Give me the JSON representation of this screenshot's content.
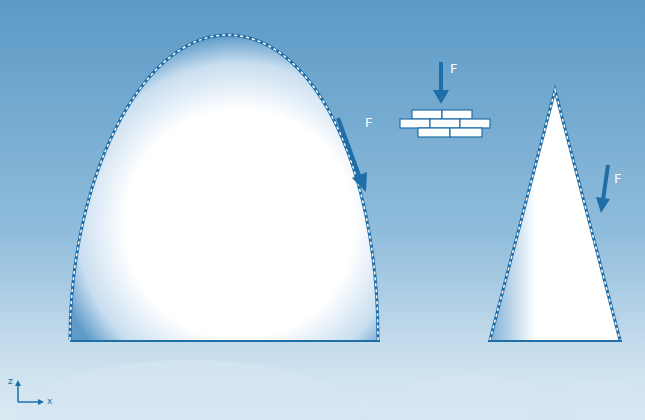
{
  "diagram": {
    "labels": [
      "F",
      "F",
      "F",
      "z",
      "x"
    ]
  }
}
